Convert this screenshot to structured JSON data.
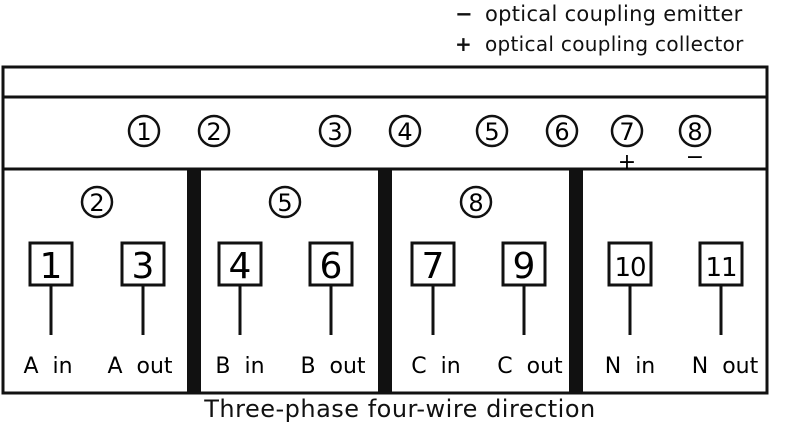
{
  "legend": {
    "minus_symbol": "−",
    "minus_text": "optical coupling emitter",
    "plus_symbol": "+",
    "plus_text": "optical coupling collector"
  },
  "top_row": {
    "numbers": [
      "1",
      "2",
      "3",
      "4",
      "5",
      "6",
      "7",
      "8"
    ],
    "polarity_7": "+",
    "polarity_8": "−"
  },
  "sections": [
    {
      "phase_number": "2",
      "terminals": [
        "1",
        "3"
      ],
      "labels": [
        "A  in",
        "A  out"
      ]
    },
    {
      "phase_number": "5",
      "terminals": [
        "4",
        "6"
      ],
      "labels": [
        "B  in",
        "B  out"
      ]
    },
    {
      "phase_number": "8",
      "terminals": [
        "7",
        "9"
      ],
      "labels": [
        "C  in",
        "C  out"
      ]
    },
    {
      "phase_number": "",
      "terminals": [
        "10",
        "11"
      ],
      "labels": [
        "N  in",
        "N  out"
      ]
    }
  ],
  "caption": "Three-phase four-wire direction"
}
